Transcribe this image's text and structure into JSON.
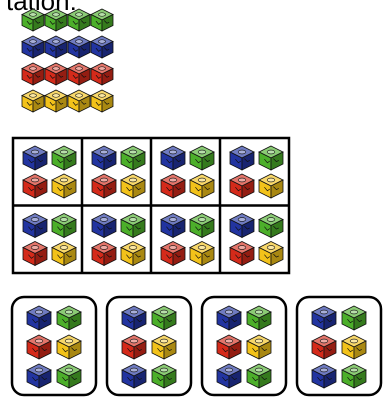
{
  "caption": "tation:",
  "colors": {
    "green": "#4caf2a",
    "blue": "#2234a0",
    "red": "#d42a1a",
    "yellow": "#f2c21a"
  },
  "top_array": {
    "rows": [
      [
        "green",
        "green",
        "green",
        "green"
      ],
      [
        "blue",
        "blue",
        "blue",
        "blue"
      ],
      [
        "red",
        "red",
        "red",
        "red"
      ],
      [
        "yellow",
        "yellow",
        "yellow",
        "yellow"
      ]
    ]
  },
  "grid_groups": {
    "rows": 2,
    "cols": 4,
    "cell": [
      [
        "blue",
        "green"
      ],
      [
        "red",
        "yellow"
      ]
    ]
  },
  "rounded_groups": [
    [
      [
        "blue",
        "green"
      ],
      [
        "red",
        "yellow"
      ],
      [
        "blue",
        "green"
      ]
    ],
    [
      [
        "blue",
        "green"
      ],
      [
        "red",
        "yellow"
      ],
      [
        "blue",
        "green"
      ]
    ],
    [
      [
        "blue",
        "green"
      ],
      [
        "red",
        "yellow"
      ],
      [
        "blue",
        "green"
      ]
    ],
    [
      [
        "blue",
        "green"
      ],
      [
        "red",
        "yellow"
      ],
      [
        "blue",
        "green"
      ]
    ]
  ]
}
